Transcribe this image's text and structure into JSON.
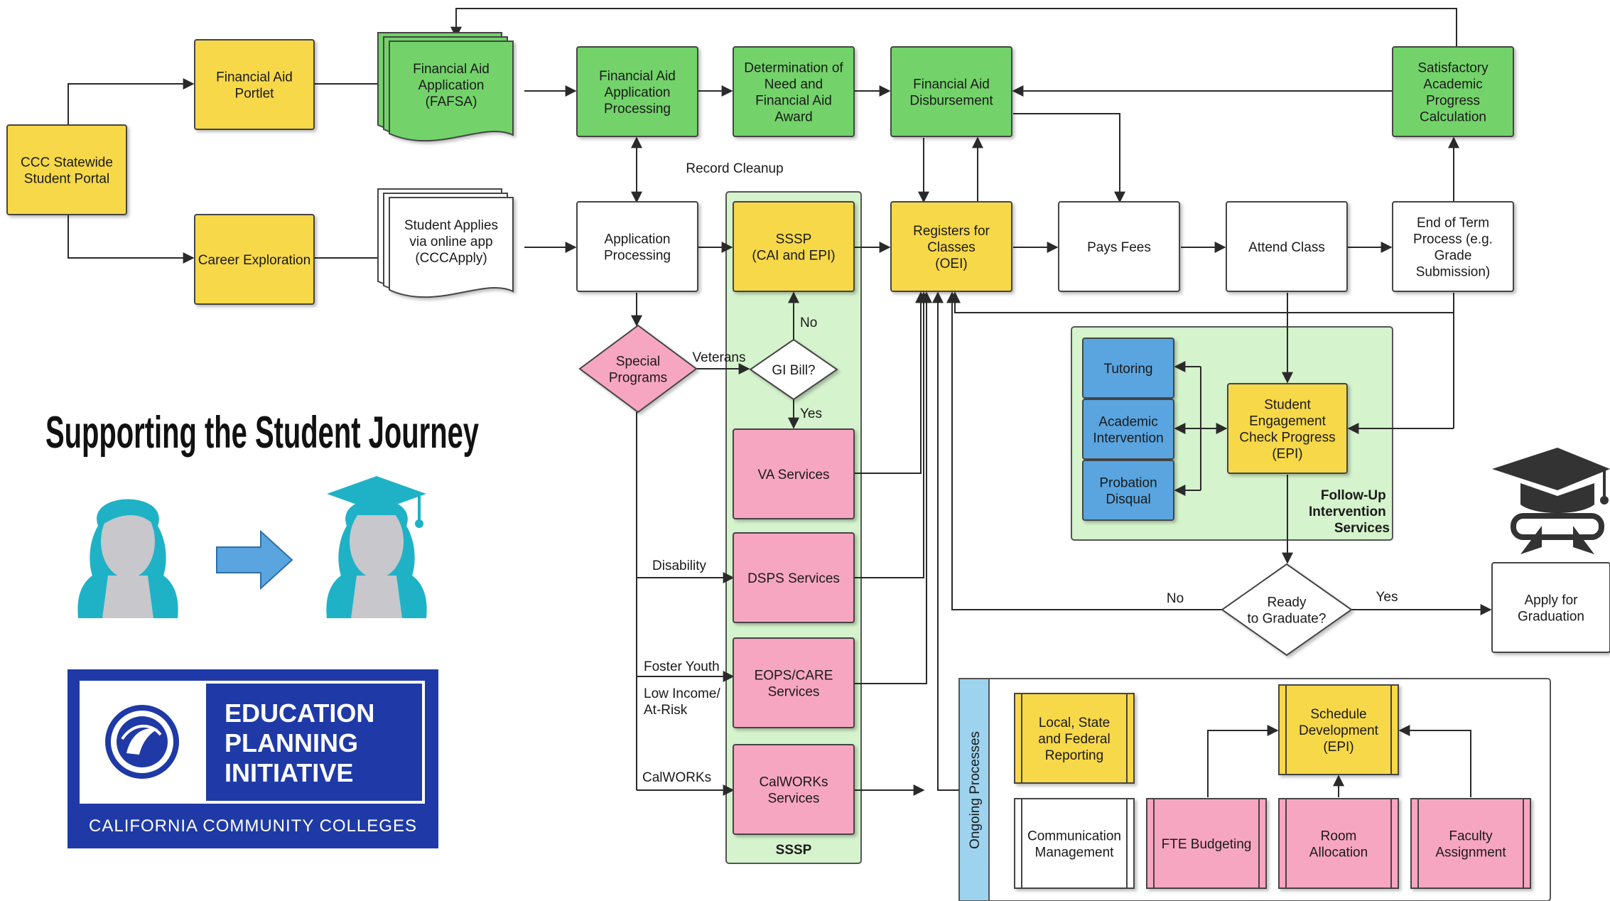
{
  "colors": {
    "yellow": "#f7d84a",
    "green": "#73d36a",
    "pink": "#f7a6c2",
    "blue": "#5aa5e0",
    "light_green": "#d5f3cc",
    "epi_blue": "#1f3aa6",
    "teal": "#1fb2c6"
  },
  "nodes": {
    "portal": [
      "CCC Statewide",
      "Student Portal"
    ],
    "fa_portlet": [
      "Financial Aid",
      "Portlet"
    ],
    "career": [
      "Career Exploration"
    ],
    "fafsa": [
      "Financial Aid",
      "Application",
      "(FAFSA)"
    ],
    "cccapply": [
      "Student Applies",
      "via online app",
      "(CCCApply)"
    ],
    "fa_processing": [
      "Financial Aid",
      "Application",
      "Processing"
    ],
    "determination": [
      "Determination of",
      "Need and",
      "Financial Aid",
      "Award"
    ],
    "disbursement": [
      "Financial Aid",
      "Disbursement"
    ],
    "sap": [
      "Satisfactory",
      "Academic",
      "Progress",
      "Calculation"
    ],
    "app_processing": [
      "Application",
      "Processing"
    ],
    "sssp_box": [
      "SSSP",
      "(CAI and EPI)"
    ],
    "registers": [
      "Registers for",
      "Classes",
      "(OEI)"
    ],
    "pays": [
      "Pays Fees"
    ],
    "attend": [
      "Attend Class"
    ],
    "end_term": [
      "End of Term",
      "Process (e.g.",
      "Grade",
      "Submission)"
    ],
    "special": [
      "Special",
      "Programs"
    ],
    "gibill": [
      "GI Bill?"
    ],
    "va": [
      "VA Services"
    ],
    "dsps": [
      "DSPS Services"
    ],
    "eops": [
      "EOPS/CARE",
      "Services"
    ],
    "calworks": [
      "CalWORKs",
      "Services"
    ],
    "tutoring": [
      "Tutoring"
    ],
    "academic": [
      "Academic",
      "Intervention"
    ],
    "probation": [
      "Probation",
      "Disqual"
    ],
    "engagement": [
      "Student",
      "Engagement",
      "Check Progress",
      "(EPI)"
    ],
    "ready": [
      "Ready",
      "to Graduate?"
    ],
    "apply_grad": [
      "Apply for",
      "Graduation"
    ],
    "reporting": [
      "Local, State",
      "and Federal",
      "Reporting"
    ],
    "communication": [
      "Communication",
      "Management"
    ],
    "schedule": [
      "Schedule",
      "Development",
      "(EPI)"
    ],
    "fte": [
      "FTE Budgeting"
    ],
    "room": [
      "Room",
      "Allocation"
    ],
    "faculty": [
      "Faculty",
      "Assignment"
    ]
  },
  "labels": {
    "record_cleanup": "Record Cleanup",
    "veterans": "Veterans",
    "no": "No",
    "yes": "Yes",
    "disability": "Disability",
    "foster": "Foster Youth",
    "low_income": [
      "Low Income/",
      "At-Risk"
    ],
    "calworks_edge": "CalWORKs",
    "sssp_group": "SSSP",
    "followup": [
      "Follow-Up",
      "Intervention",
      "Services"
    ],
    "ongoing": "Ongoing Processes",
    "ready_no": "No",
    "ready_yes": "Yes"
  },
  "title": "Supporting the Student Journey",
  "logo": {
    "line1": "EDUCATION",
    "line2": "PLANNING",
    "line3": "INITIATIVE",
    "footer": "CALIFORNIA COMMUNITY COLLEGES"
  }
}
